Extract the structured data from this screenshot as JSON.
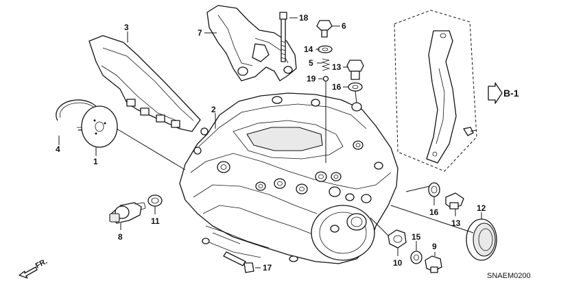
{
  "diagram": {
    "callouts": [
      {
        "id": "c1",
        "label": "1"
      },
      {
        "id": "c2",
        "label": "2"
      },
      {
        "id": "c3",
        "label": "3"
      },
      {
        "id": "c4",
        "label": "4"
      },
      {
        "id": "c5",
        "label": "5"
      },
      {
        "id": "c6",
        "label": "6"
      },
      {
        "id": "c7",
        "label": "7"
      },
      {
        "id": "c8",
        "label": "8"
      },
      {
        "id": "c9",
        "label": "9"
      },
      {
        "id": "c10",
        "label": "10"
      },
      {
        "id": "c11",
        "label": "11"
      },
      {
        "id": "c12",
        "label": "12"
      },
      {
        "id": "c13a",
        "label": "13"
      },
      {
        "id": "c13b",
        "label": "13"
      },
      {
        "id": "c14",
        "label": "14"
      },
      {
        "id": "c15",
        "label": "15"
      },
      {
        "id": "c16a",
        "label": "16"
      },
      {
        "id": "c16b",
        "label": "16"
      },
      {
        "id": "c17",
        "label": "17"
      },
      {
        "id": "c18",
        "label": "18"
      },
      {
        "id": "c19",
        "label": "19"
      }
    ],
    "reference_label": "B-1",
    "direction_label": "FR.",
    "diagram_code": "SNAEM0200"
  }
}
